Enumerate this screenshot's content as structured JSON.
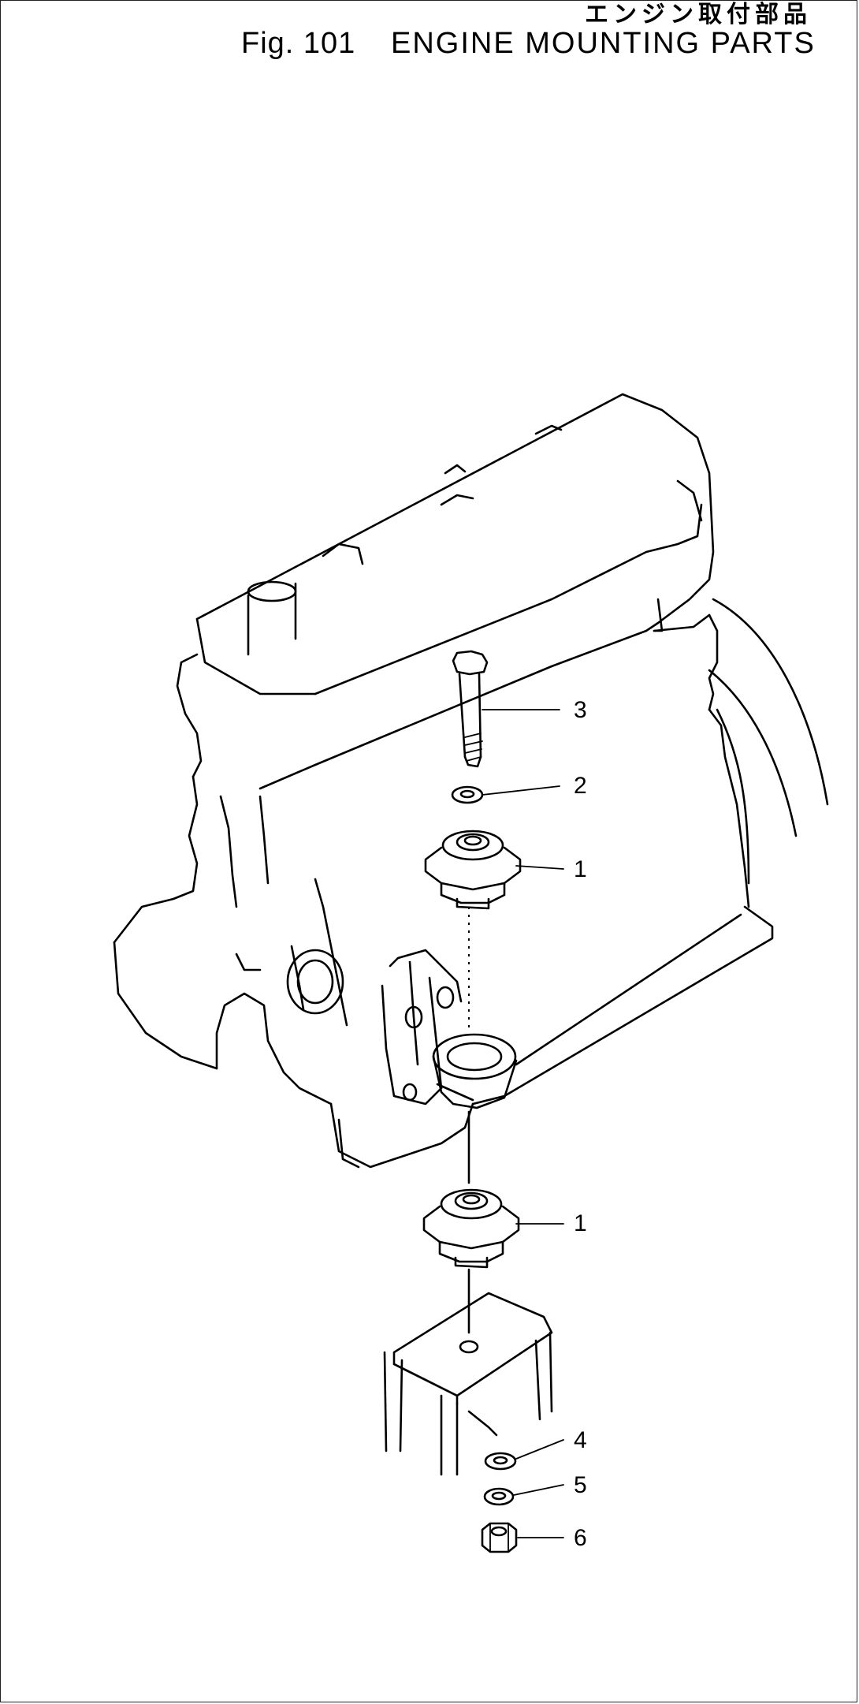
{
  "figure": {
    "title_jp": "エンジン取付部品",
    "fig_number": "Fig. 101",
    "title": "ENGINE MOUNTING PARTS"
  },
  "callouts": [
    {
      "id": "3",
      "label": "3"
    },
    {
      "id": "2",
      "label": "2"
    },
    {
      "id": "1a",
      "label": "1"
    },
    {
      "id": "1b",
      "label": "1"
    },
    {
      "id": "4",
      "label": "4"
    },
    {
      "id": "5",
      "label": "5"
    },
    {
      "id": "6",
      "label": "6"
    }
  ]
}
